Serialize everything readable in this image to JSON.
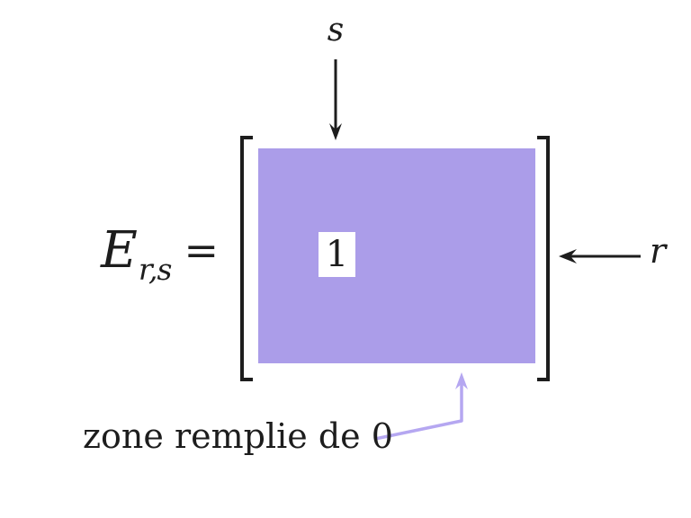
{
  "colors": {
    "matrix_fill": "#ab9de9",
    "annotation_arrow": "#b5a7f1",
    "ink": "#1d1d1d",
    "background": "#ffffff"
  },
  "equation": {
    "base": "E",
    "subscript": "r,s",
    "equals": "="
  },
  "matrix": {
    "cell_value": "1"
  },
  "pointers": {
    "column_label": "s",
    "row_label": "r"
  },
  "annotation": {
    "text": "zone remplie de 0"
  }
}
